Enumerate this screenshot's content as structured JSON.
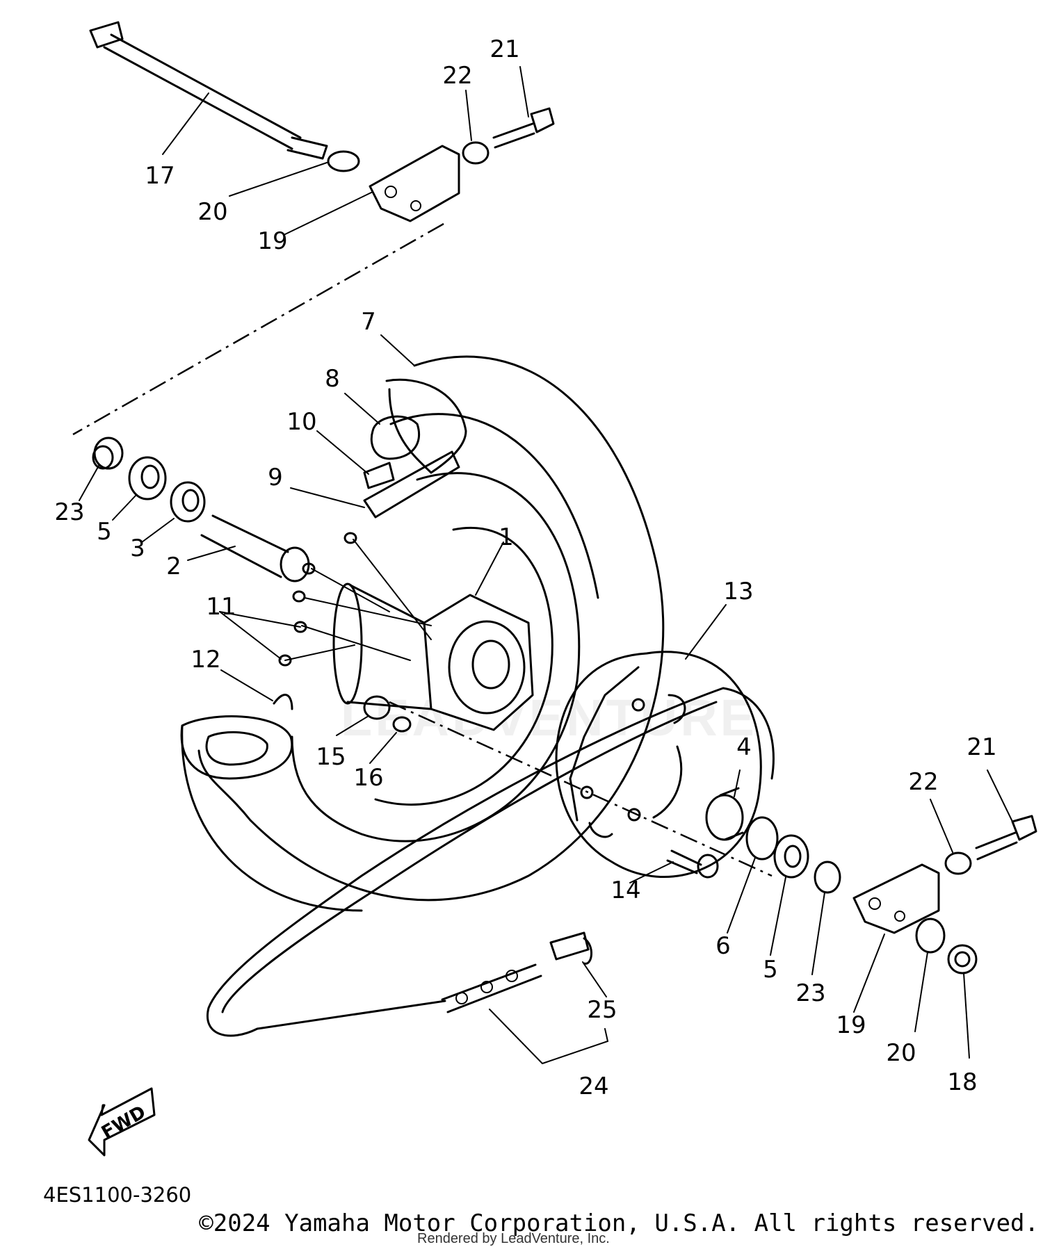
{
  "diagram": {
    "code": "4ES1100-3260",
    "fwd_label": "FWD",
    "watermark": "LEADVENTURE",
    "callouts": {
      "c1": "1",
      "c2": "2",
      "c3": "3",
      "c4": "4",
      "c5a": "5",
      "c5b": "5",
      "c6": "6",
      "c7": "7",
      "c8": "8",
      "c9": "9",
      "c10": "10",
      "c11": "11",
      "c12": "12",
      "c13": "13",
      "c14": "14",
      "c15": "15",
      "c16": "16",
      "c17": "17",
      "c18": "18",
      "c19a": "19",
      "c19b": "19",
      "c20a": "20",
      "c20b": "20",
      "c21a": "21",
      "c21b": "21",
      "c22a": "22",
      "c22b": "22",
      "c23a": "23",
      "c23b": "23",
      "c24": "24",
      "c25": "25"
    }
  },
  "footer": {
    "copyright": "©2024 Yamaha Motor Corporation, U.S.A. All rights reserved.",
    "rendered_by": "Rendered by LeadVenture, Inc."
  }
}
